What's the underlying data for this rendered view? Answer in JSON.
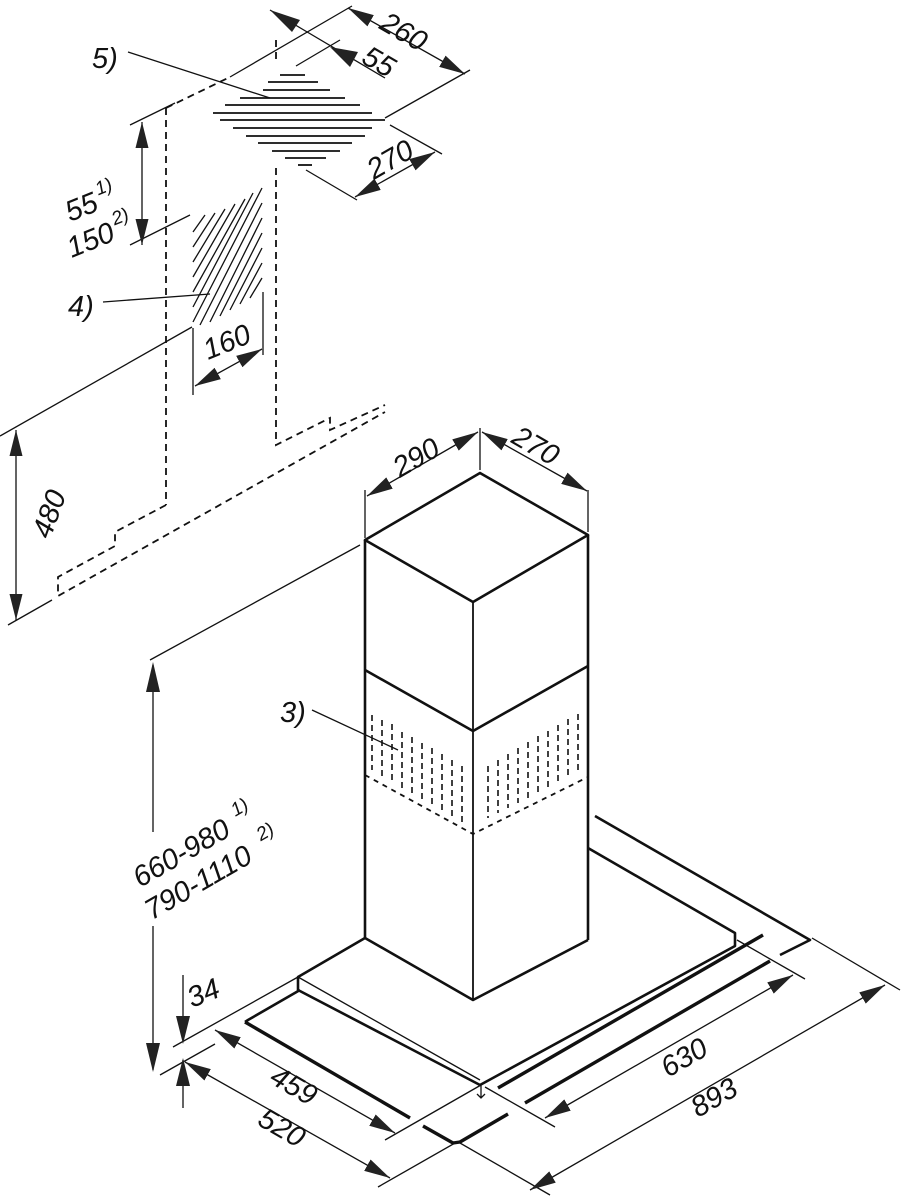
{
  "diagram": {
    "title": "Range hood dimension drawing",
    "colors": {
      "line": "#111111",
      "background": "#ffffff"
    },
    "callouts": [
      {
        "id": "5",
        "text": "5)"
      },
      {
        "id": "4",
        "text": "4)"
      },
      {
        "id": "3",
        "text": "3)"
      }
    ],
    "dimensions": {
      "outlet_width": "260",
      "outlet_offset": "55",
      "outlet_depth": "270",
      "offset_opt1": "55",
      "offset_opt1_note": "1)",
      "offset_opt2": "150",
      "offset_opt2_note": "2)",
      "socket_width": "160",
      "socket_height": "480",
      "chimney_width": "290",
      "chimney_depth": "270",
      "height_opt1": "660-980",
      "height_opt1_note": "1)",
      "height_opt2": "790-1110",
      "height_opt2_note": "2)",
      "canopy_thickness": "34",
      "filter_depth": "459",
      "canopy_depth": "520",
      "filter_width": "630",
      "canopy_width": "893"
    }
  }
}
